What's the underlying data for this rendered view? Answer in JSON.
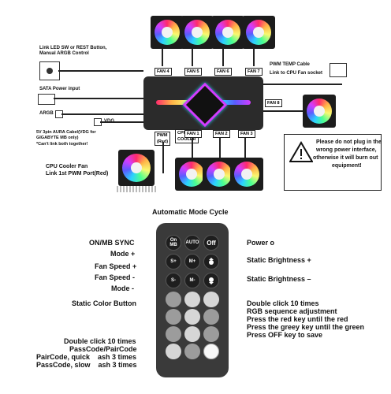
{
  "top_labels": {
    "link_led": "Link LED SW or REST Button,",
    "manual_argb": "Manual ARGB Control",
    "sata": "SATA Power input",
    "argb": "ARGB",
    "vdg": "VDG",
    "aura_1": "5V 3pin AURA Cabel(VDG for",
    "aura_2": "GIGABYTE MB only)",
    "cant_link": "*Can't link both together!",
    "pwm_temp": "PWM TEMP Cable",
    "link_cpu": "Link to CPU Fan socket",
    "cpu_cooler_1": "CPU Cooler Fan",
    "cpu_cooler_2": "Link 1st PWM Port(Red)",
    "pwm_red_1": "PWM",
    "pwm_red_2": "(Red)",
    "cpu_cooler_port_1": "CPU",
    "cpu_cooler_port_2": "COOLER"
  },
  "fan_ports": {
    "fan4": "FAN 4",
    "fan5": "FAN 5",
    "fan6": "FAN 6",
    "fan7": "FAN 7",
    "fan8": "FAN 8",
    "fan1": "FAN 1",
    "fan2": "FAN 2",
    "fan3": "FAN 3"
  },
  "warning": {
    "line1": "Please do not plug in the",
    "line2": "wrong power interface,",
    "line3": "otherwise it will burn out",
    "line4": "equipment!"
  },
  "remote": {
    "title": "Automatic Mode Cycle",
    "on_mb_sync": "ON/MB SYNC",
    "mode_plus": "Mode +",
    "fan_speed_plus": "Fan Speed +",
    "fan_speed_minus": "Fan Speed -",
    "mode_minus": "Mode -",
    "static_color": "Static Color Button",
    "double_click_1": "Double click 10 times",
    "double_click_2": "PassCode/PairCode",
    "paircode_quick": "PairCode, quick    ash 3 times",
    "passcode_slow": "PassCode, slow    ash 3 times",
    "power": "Power o",
    "static_bright_plus": "Static Brightness +",
    "static_bright_minus": "Static Brightness –",
    "rgb_1": "Double click 10 times",
    "rgb_2": "RGB sequence adjustment",
    "rgb_3": "Press the red key until the red",
    "rgb_4": "Press the greey key until the green",
    "rgb_5": "Press OFF key to save",
    "btn_on": "On\nMB",
    "btn_auto": "AUTO",
    "btn_off": "Off",
    "btn_s_plus": "S+",
    "btn_m_plus": "M+",
    "btn_s_minus": "S-",
    "btn_m_minus": "M-"
  },
  "colors": {
    "hub": "#2b2b2b",
    "remote": "#3a3a3a",
    "text": "#111111"
  }
}
